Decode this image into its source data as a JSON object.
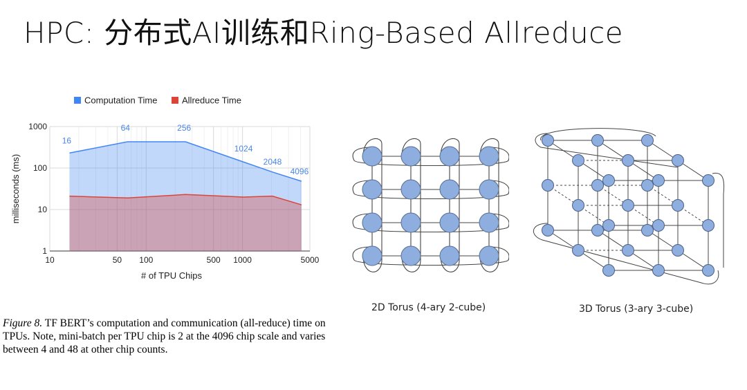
{
  "title": "HPC:  分布式AI训练和Ring-Based Allreduce",
  "chart_data": {
    "type": "area",
    "legend": [
      "Computation Time",
      "Allreduce Time"
    ],
    "legend_position": "top",
    "colors": {
      "computation": "#4285f4",
      "allreduce": "#db4437"
    },
    "xlabel": "# of TPU Chips",
    "ylabel": "milliseconds (ms)",
    "x_scale": "log",
    "y_scale": "log",
    "xlim": [
      10,
      5000
    ],
    "ylim": [
      1,
      1000
    ],
    "x_ticks": [
      10,
      50,
      100,
      500,
      1000,
      5000
    ],
    "y_ticks": [
      1,
      10,
      100,
      1000
    ],
    "series": [
      {
        "name": "Computation Time",
        "x": [
          16,
          64,
          256,
          1024,
          2048,
          4096
        ],
        "y": [
          230,
          430,
          430,
          140,
          80,
          48
        ]
      },
      {
        "name": "Allreduce Time",
        "x": [
          16,
          64,
          256,
          1024,
          2048,
          4096
        ],
        "y": [
          21,
          19,
          23,
          20,
          21,
          13
        ]
      }
    ],
    "point_labels": [
      "16",
      "64",
      "256",
      "1024",
      "2048",
      "4096"
    ],
    "grid": true
  },
  "caption": {
    "figure_label": "Figure 8.",
    "text": " TF BERT’s computation and communication (all-reduce) time on TPUs.  Note, mini-batch per TPU chip is 2 at the 4096 chip scale and varies between 4 and 48 at other chip counts."
  },
  "diagrams": {
    "torus_2d_label": "2D Torus (4-ary 2-cube)",
    "torus_3d_label": "3D Torus (3-ary 3-cube)"
  }
}
